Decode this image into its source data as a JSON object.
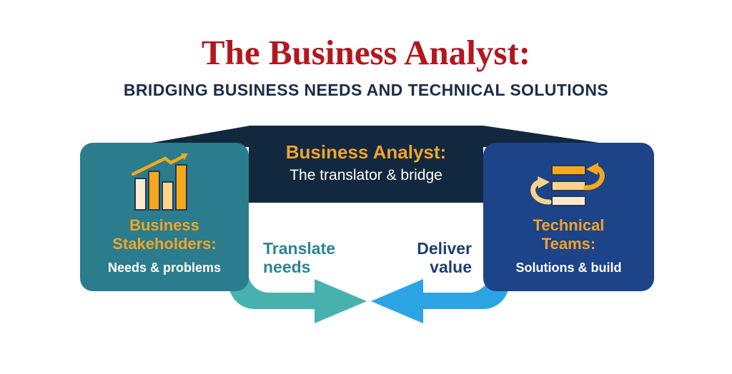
{
  "title": "The Business Analyst:",
  "subtitle": "BRIDGING BUSINESS NEEDS AND TECHNICAL SOLUTIONS",
  "bridge": {
    "heading": "Business Analyst:",
    "subheading": "The translator & bridge"
  },
  "stakeholders_panel": {
    "heading_line1": "Business",
    "heading_line2": "Stakeholders:",
    "subheading": "Needs & problems",
    "icon": "bar-chart-trend-icon"
  },
  "technical_panel": {
    "heading_line1": "Technical",
    "heading_line2": "Teams:",
    "subheading": "Solutions & build",
    "icon": "process-sync-icon"
  },
  "arrows": {
    "translate": {
      "line1": "Translate",
      "line2": "needs"
    },
    "deliver": {
      "line1": "Deliver",
      "line2": "value"
    }
  },
  "colors": {
    "title_red": "#b3171e",
    "subtitle_navy": "#1b2c49",
    "bridge_navy": "#12283f",
    "teal_panel": "#2b7c8c",
    "blue_panel": "#1d4389",
    "gold": "#f0a42a",
    "teal_arrow": "#47b1ae",
    "blue_arrow": "#2ca4e4",
    "translate_text": "#2b8494",
    "deliver_text": "#1d3e73",
    "icon_orange": "#f5a81c",
    "icon_cream": "#f9ead0",
    "icon_light_gold": "#fbd488",
    "icon_outline": "#22395a",
    "white": "#ffffff"
  }
}
